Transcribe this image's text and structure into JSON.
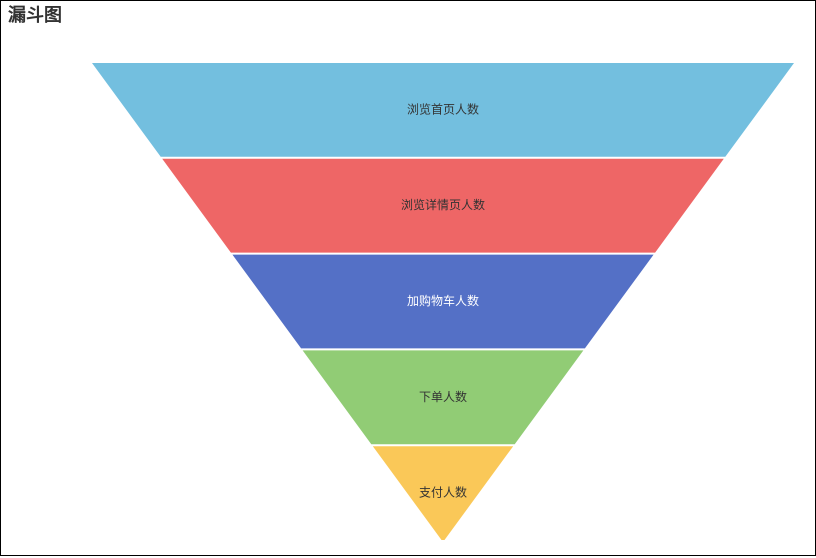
{
  "chart_data": {
    "type": "funnel",
    "title": "漏斗图",
    "categories": [
      "浏览首页人数",
      "浏览详情页人数",
      "加购物车人数",
      "下单人数",
      "支付人数"
    ],
    "values": [
      100,
      80,
      60,
      40,
      20
    ],
    "colors": [
      "#73bfdf",
      "#ee6666",
      "#5470c6",
      "#91cc75",
      "#fac858"
    ],
    "label_colors": [
      "#333333",
      "#333333",
      "#ffffff",
      "#333333",
      "#333333"
    ],
    "sort": "descending",
    "label_position": "inside",
    "legend": "none"
  }
}
